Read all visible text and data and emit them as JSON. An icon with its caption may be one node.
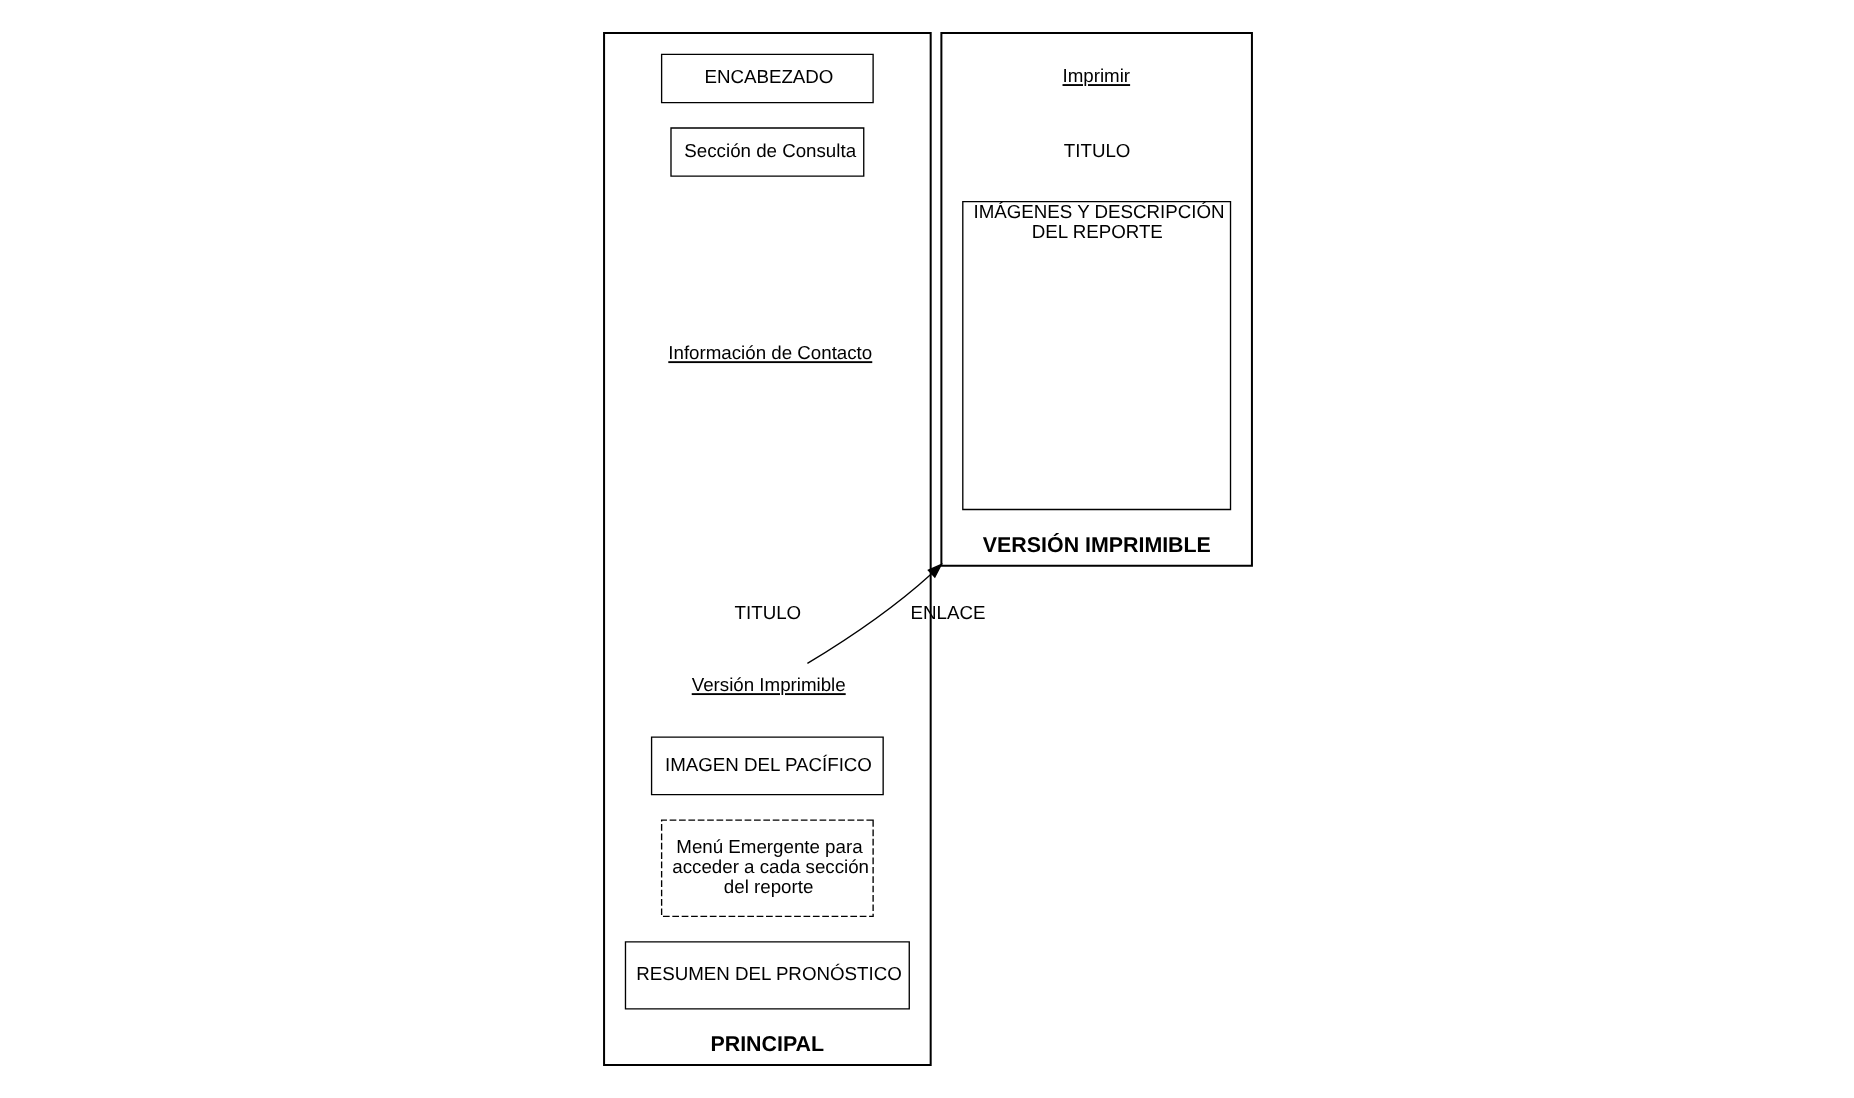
{
  "diagram": {
    "nodes": [
      {
        "text": [
          "PRINCIPAL"
        ]
      },
      {
        "text": [
          "ENCABEZADO"
        ],
        "in": 0
      },
      {
        "text": [
          "Sección de Consulta"
        ],
        "in": 0
      },
      {
        "text": [
          "Versión Imprimible"
        ],
        "in": 0
      },
      {
        "text": [
          "IMAGEN DEL PACÍFICO"
        ],
        "in": 0
      },
      {
        "text": [
          "Menú Emergente para acceder a cada sección del reporte"
        ],
        "in": 0
      },
      {
        "text": [
          "RESUMEN DEL PRONÓSTICO"
        ],
        "in": 0
      },
      {
        "text": [
          "VERSIÓN IMPRIMIBLE"
        ]
      },
      {
        "text": [
          "IMÁGENES Y DESCRIPCIÓN DEL REPORTE"
        ],
        "in": 7
      }
    ],
    "edges": [
      {
        "from": 3,
        "to": 7,
        "arrow": "to",
        "label": "ENLACE"
      }
    ],
    "labels": [
      "Información de Contacto",
      "TITULO",
      "Imprimir",
      "TITULO"
    ]
  }
}
